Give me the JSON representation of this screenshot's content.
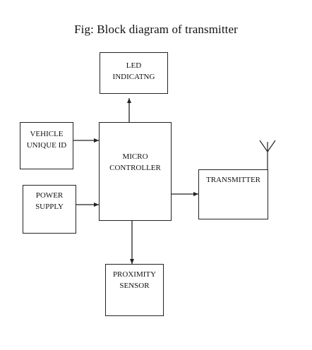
{
  "title": "Fig: Block diagram of transmitter",
  "blocks": {
    "led": {
      "line1": "LED",
      "line2": "INDICATNG"
    },
    "vehicle_id": {
      "line1": "VEHICLE",
      "line2": "UNIQUE ID"
    },
    "microcontroller": {
      "line1": "MICRO",
      "line2": "CONTROLLER"
    },
    "power_supply": {
      "line1": "POWER",
      "line2": "SUPPLY"
    },
    "transmitter": {
      "label": "TRANSMITTER"
    },
    "proximity_sensor": {
      "line1": "PROXIMITY",
      "line2": "SENSOR"
    }
  },
  "colors": {
    "line": "#222222",
    "background": "#ffffff"
  }
}
